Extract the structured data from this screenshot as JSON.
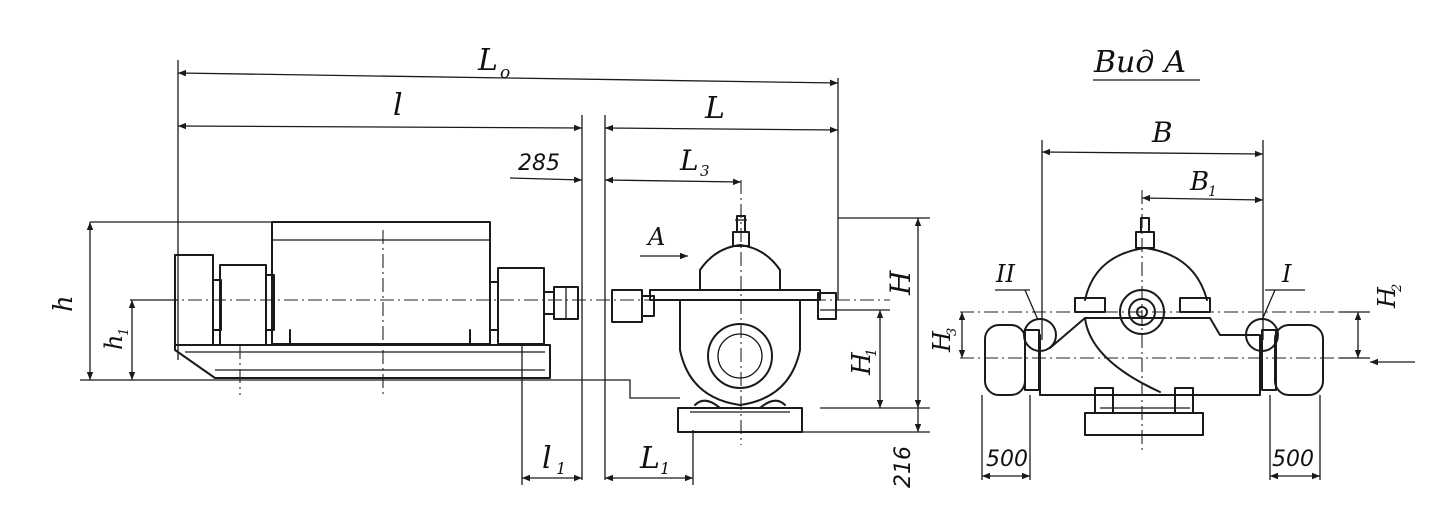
{
  "labels": {
    "L0": "L",
    "L0_sub": "o",
    "l": "l",
    "L": "L",
    "d285": "285",
    "L3": "L",
    "L3_sub": "3",
    "A": "A",
    "H": "H",
    "h": "h",
    "h1": "h",
    "h1_sub": "1",
    "H1": "H",
    "H1_sub": "1",
    "d216": "216",
    "l1": "l",
    "l1_sub": "1",
    "L1": "L",
    "L1_sub": "1",
    "view_title": "Вид А",
    "B": "B",
    "B1": "B",
    "B1_sub": "1",
    "II": "II",
    "I": "I",
    "H2": "H",
    "H2_sub": "2",
    "H3": "H",
    "H3_sub": "3",
    "d500_left": "500",
    "d500_right": "500"
  }
}
